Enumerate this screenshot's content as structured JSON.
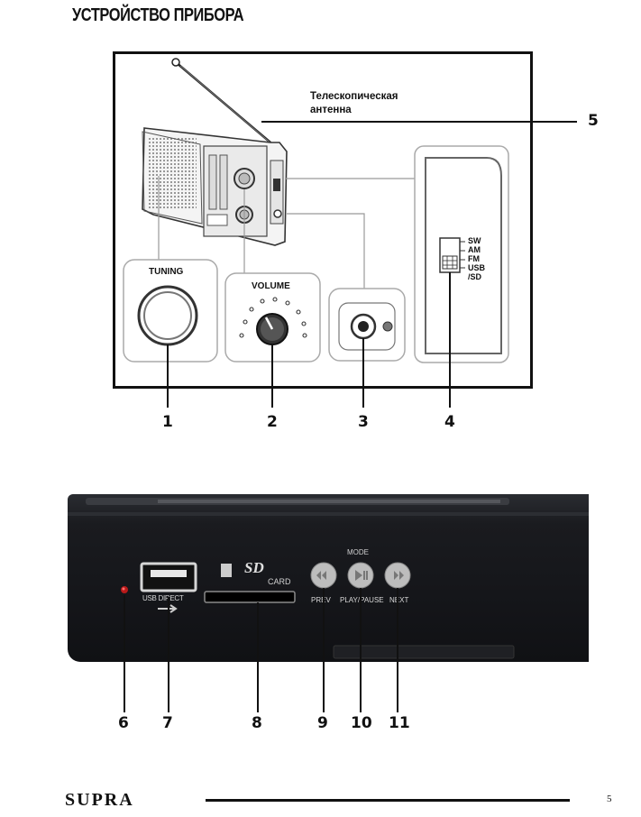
{
  "page": {
    "heading": "УСТРОЙСТВО ПРИБОРА",
    "page_number": "5",
    "brand": "SUPRA"
  },
  "top_diagram": {
    "antenna_label_line1": "Телескопическая",
    "antenna_label_line2": "антенна",
    "tuning_label": "TUNING",
    "volume_label": "VOLUME",
    "band_labels": [
      "SW",
      "AM",
      "FM",
      "USB",
      "/SD"
    ],
    "callouts": [
      "1",
      "2",
      "3",
      "4",
      "5"
    ]
  },
  "photo_panel": {
    "mode_label": "MODE",
    "sd_logo": "SD",
    "card_label": "CARD",
    "usb_label": "USB DIRECT",
    "button_labels": [
      "PREV",
      "PLAY/PAUSE",
      "NEXT"
    ],
    "callouts": [
      "6",
      "7",
      "8",
      "9",
      "10",
      "11"
    ]
  }
}
